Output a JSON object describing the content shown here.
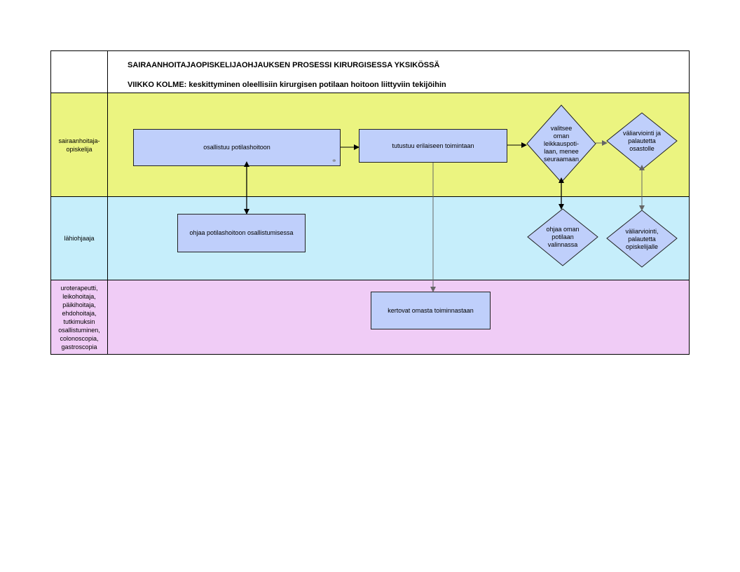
{
  "header": {
    "title": "SAIRAANHOITAJAOPISKELIJAOHJAUKSEN PROSESSI KIRURGISESSA YKSIKÖSSÄ",
    "subtitle": "VIIKKO KOLME: keskittyminen oleellisiin kirurgisen potilaan hoitoon liittyviin tekijöihin"
  },
  "lanes": [
    {
      "label": "sairaanhoitaja-\nopiskelija"
    },
    {
      "label": "lähiohjaaja"
    },
    {
      "label": "uroterapeutti,\nleikohoitaja,\npäikihoitaja,\nehdohoitaja,\ntutkimuksin\nosallistuminen,\ncolonoscopia,\ngastroscopia"
    }
  ],
  "nodes": {
    "osallistuu": "osallistuu potilashoitoon",
    "tutustuu": "tutustuu erilaiseen toimintaan",
    "valitsee": "valitsee\noman\nleikkauspoti-\nlaan, menee\nseuraamaan",
    "valiarviointi_osastolle": "väliarviointi ja\npalautetta\nosastolle",
    "ohjaa_osallistumisessa": "ohjaa potilashoitoon osallistumisessa",
    "ohjaa_valinnassa": "ohjaa oman\npotilaan\nvalinnassa",
    "valiarviointi_opiskelijalle": "väliarviointi,\npalautetta\nopiskelijalle",
    "kertovat": "kertovat omasta toiminnastaan"
  },
  "colors": {
    "lane1": "#ebf480",
    "lane2": "#c6eefb",
    "lane3": "#f0ccf6",
    "node": "#bfcffb"
  },
  "icons": {
    "link": "link-icon"
  }
}
